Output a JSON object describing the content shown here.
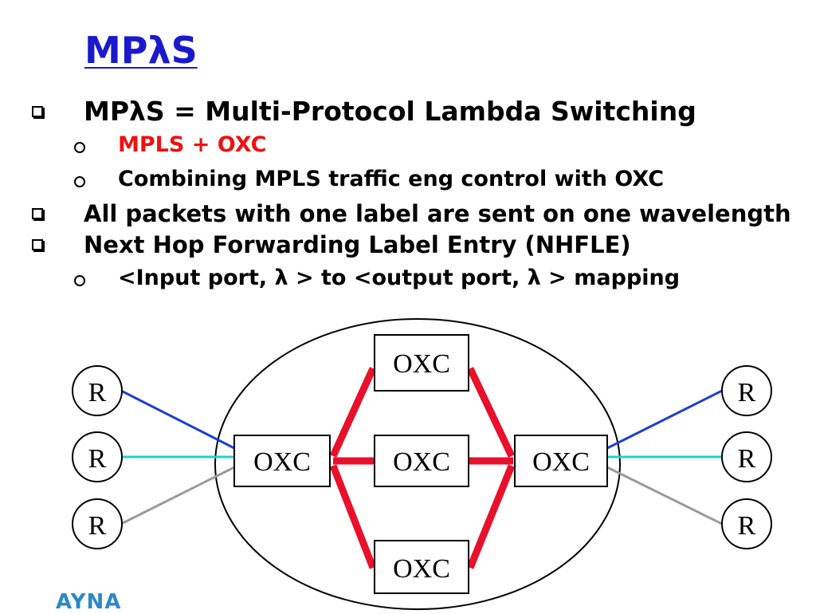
{
  "title": "MPλS",
  "bullets": [
    {
      "text": "MPλS = Multi-Protocol Lambda Switching",
      "level": 1
    },
    {
      "text": "MPLS + OXC",
      "level": 2,
      "color": "#ee1111"
    },
    {
      "text": "Combining MPLS traffic eng control with OXC",
      "level": 2
    },
    {
      "text": "All packets with one label are sent on one wavelength",
      "level": 1
    },
    {
      "text": "Next Hop Forwarding Label Entry (NHFLE)",
      "level": 1
    },
    {
      "text": "<Input port, λ > to <output port, λ > mapping",
      "level": 2
    }
  ],
  "diagram": {
    "router_label": "R",
    "oxc_label": "OXC",
    "colors": {
      "lightpath": "#e8102a",
      "link_blue": "#1c3fd0",
      "link_cyan": "#1fd0d0",
      "link_gray": "#9a9a9a"
    }
  },
  "logo_text": "AYNA"
}
